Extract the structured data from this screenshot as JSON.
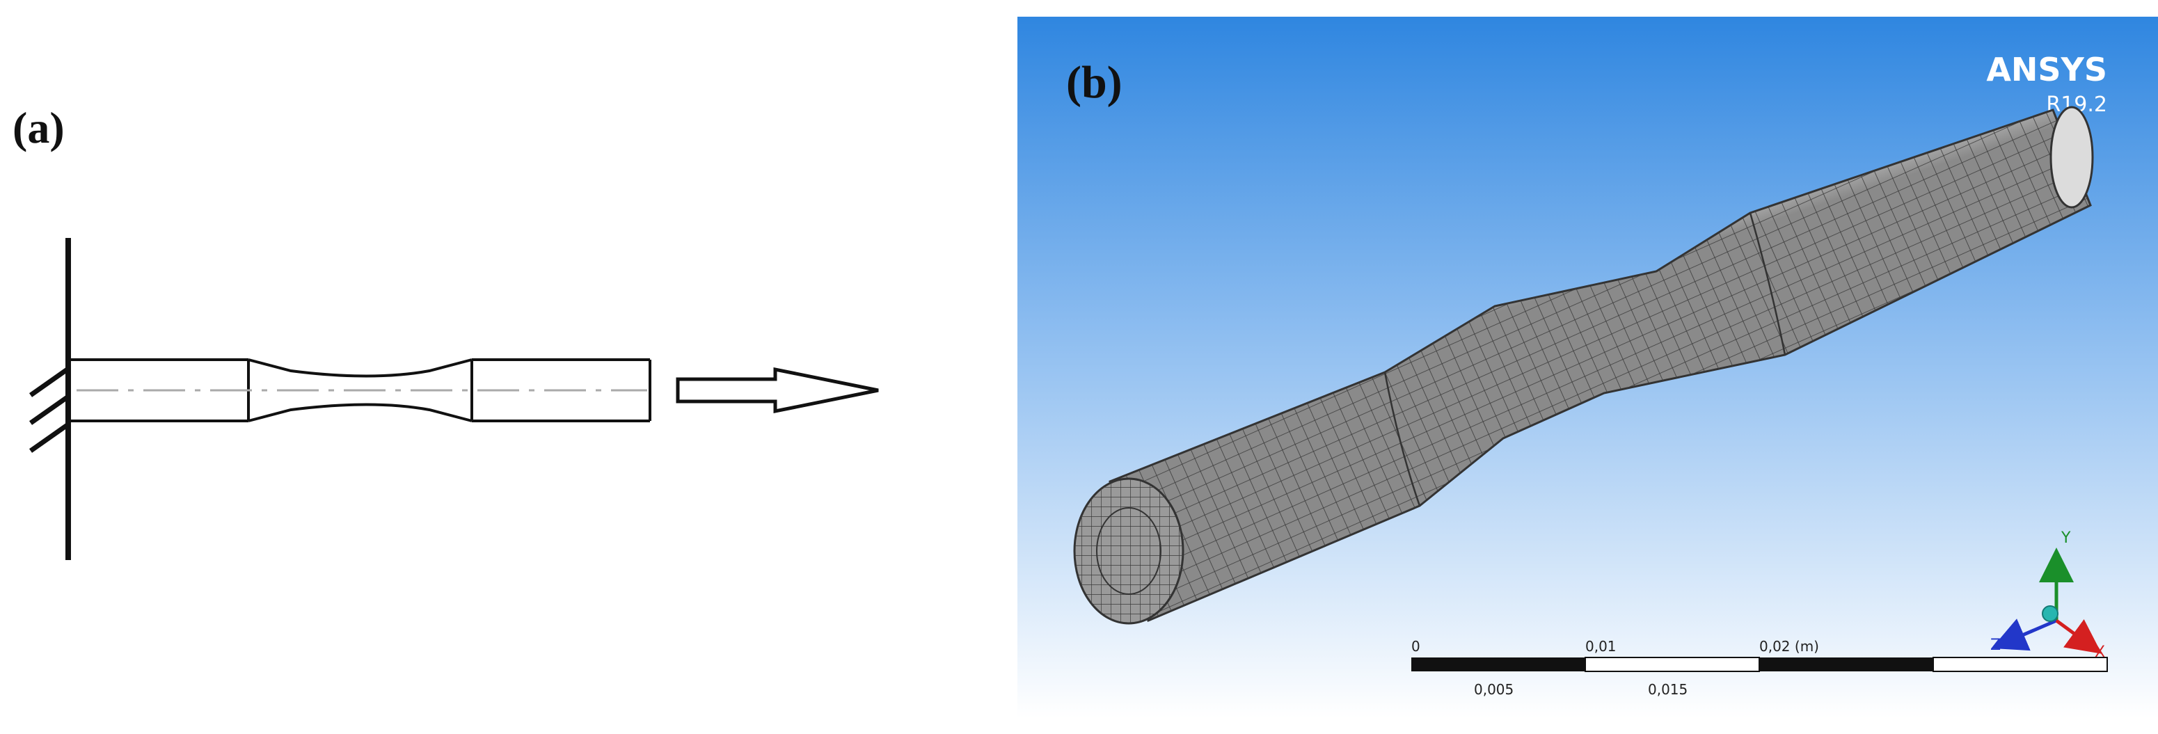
{
  "panel_a": {
    "label": "(a)"
  },
  "panel_b": {
    "label": "(b)",
    "brand": "ANSYS",
    "version": "R19.2",
    "scale_bar": {
      "top_labels": [
        "0",
        "0,01",
        "0,02 (m)"
      ],
      "bottom_labels": [
        "0,005",
        "0,015"
      ]
    },
    "triad": {
      "axis_y": "Y",
      "axis_z": "Z",
      "axis_x": "X",
      "color_y": "#1a8f2a",
      "color_z": "#2237c9",
      "color_x": "#d42020"
    },
    "background_top": "#2f86e0",
    "background_bottom": "#ffffff"
  }
}
